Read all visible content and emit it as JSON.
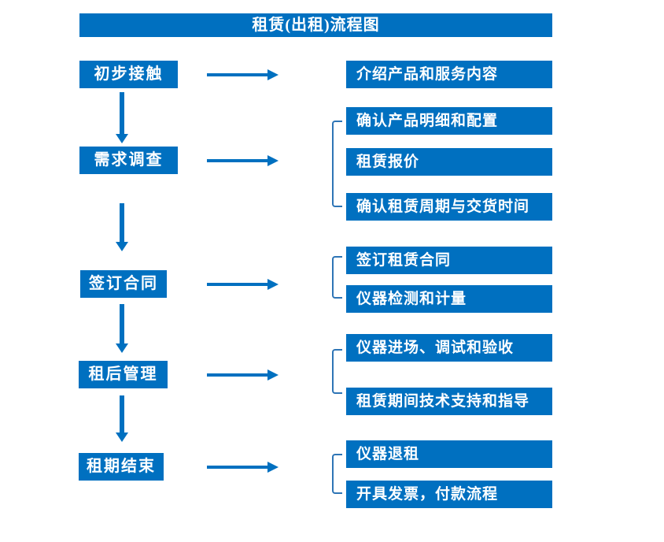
{
  "title": "租赁(出租)流程图",
  "colors": {
    "primary": "#0070C0",
    "bracket": "#2E75B6",
    "text": "#FFFFFF",
    "background": "#FFFFFF"
  },
  "steps": [
    {
      "label": "初步接触",
      "details": [
        "介绍产品和服务内容"
      ]
    },
    {
      "label": "需求调查",
      "details": [
        "确认产品明细和配置",
        "租赁报价",
        "确认租赁周期与交货时间"
      ]
    },
    {
      "label": "签订合同",
      "details": [
        "签订租赁合同",
        "仪器检测和计量"
      ]
    },
    {
      "label": "租后管理",
      "details": [
        "仪器进场、调试和验收",
        "租赁期间技术支持和指导"
      ]
    },
    {
      "label": "租期结束",
      "details": [
        "仪器退租",
        "开具发票，付款流程"
      ]
    }
  ]
}
